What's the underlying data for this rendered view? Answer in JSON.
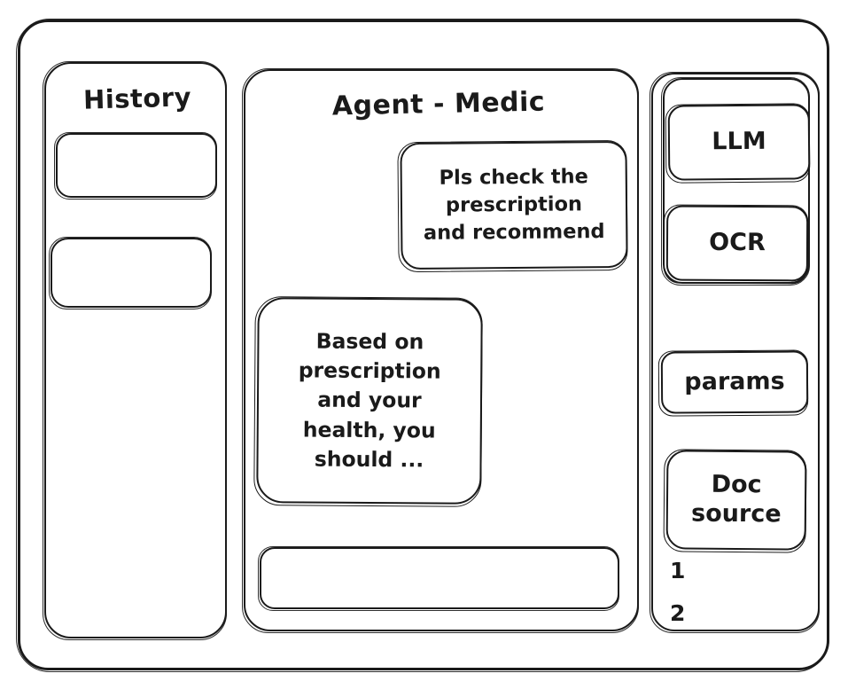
{
  "window": {
    "frame_name": "app-window"
  },
  "theme": {
    "background": "#ffffff",
    "stroke": "#1a1a1a",
    "style": "hand-drawn-wireframe"
  },
  "sidebar_history": {
    "title": "History",
    "items": [
      {
        "label": ""
      },
      {
        "label": ""
      }
    ]
  },
  "main": {
    "title": "Agent - Medic",
    "messages": [
      {
        "role": "user",
        "text": "Pls check the\nprescription\nand recommend"
      },
      {
        "role": "agent",
        "text": "Based on\nprescription\nand your\nhealth, you\nshould ..."
      }
    ],
    "composer": {
      "value": "",
      "placeholder": ""
    }
  },
  "tools_panel": {
    "models": [
      {
        "label": "LLM"
      },
      {
        "label": "OCR"
      }
    ],
    "params_label": "params",
    "doc_source_label": "Doc\nsource",
    "doc_sources": [
      {
        "label": "1"
      },
      {
        "label": "2"
      }
    ]
  }
}
